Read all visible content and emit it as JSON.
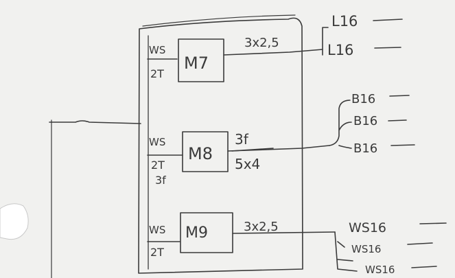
{
  "panels": [
    {
      "id": "m7",
      "left_label": {
        "top": "WS",
        "bottom": "2T",
        "extra": ""
      },
      "box_label": "M7",
      "cable_label": {
        "top": "3x2,5",
        "bottom": ""
      },
      "outputs": [
        "L16",
        "L16"
      ]
    },
    {
      "id": "m8",
      "left_label": {
        "top": "WS",
        "bottom": "2T",
        "extra": "3f"
      },
      "box_label": "M8",
      "cable_label": {
        "top": "3f",
        "bottom": "5x4"
      },
      "outputs": [
        "B16",
        "B16",
        "B16"
      ]
    },
    {
      "id": "m9",
      "left_label": {
        "top": "WS",
        "bottom": "2T",
        "extra": ""
      },
      "box_label": "M9",
      "cable_label": {
        "top": "3x2,5",
        "bottom": ""
      },
      "outputs": [
        "WS16",
        "WS16",
        "WS16"
      ]
    }
  ],
  "colors": {
    "ink": "#3a3a3a",
    "paper": "#f1f1ef",
    "hole": "#ffffff"
  }
}
